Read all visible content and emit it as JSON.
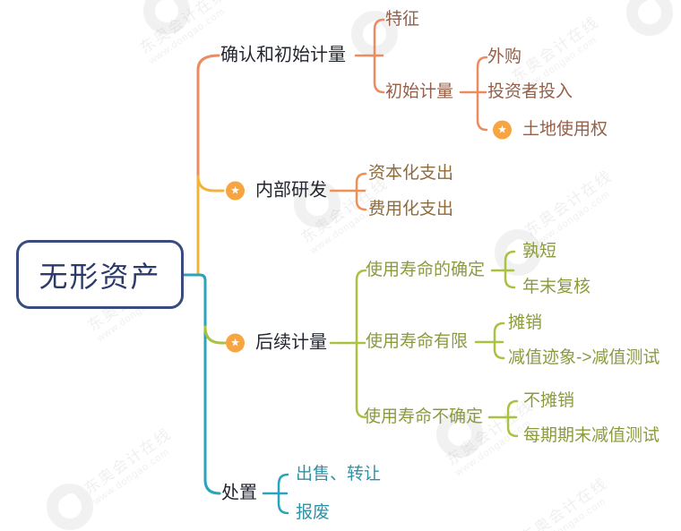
{
  "root": {
    "label": "无形资产"
  },
  "branches": [
    {
      "label": "确认和初始计量",
      "starred": false,
      "color": "#ED8A5F",
      "children": [
        {
          "label": "特征"
        },
        {
          "label": "初始计量",
          "children": [
            {
              "label": "外购"
            },
            {
              "label": "投资者投入"
            },
            {
              "label": "土地使用权",
              "starred": true
            }
          ]
        }
      ]
    },
    {
      "label": "内部研发",
      "starred": true,
      "color": "#F2B33D",
      "children": [
        {
          "label": "资本化支出"
        },
        {
          "label": "费用化支出"
        }
      ]
    },
    {
      "label": "后续计量",
      "starred": true,
      "color": "#A9C240",
      "children": [
        {
          "label": "使用寿命的确定",
          "children": [
            {
              "label": "孰短"
            },
            {
              "label": "年末复核"
            }
          ]
        },
        {
          "label": "使用寿命有限",
          "children": [
            {
              "label": "摊销"
            },
            {
              "label": "减值迹象->减值测试"
            }
          ]
        },
        {
          "label": "使用寿命不确定",
          "children": [
            {
              "label": "不摊销"
            },
            {
              "label": "每期期末减值测试"
            }
          ]
        }
      ]
    },
    {
      "label": "处置",
      "starred": false,
      "color": "#29A4BA",
      "children": [
        {
          "label": "出售、转让"
        },
        {
          "label": "报废"
        }
      ]
    }
  ],
  "icons": {
    "star": "★"
  },
  "colors": {
    "branch1_line": "#ED8A5F",
    "branch2_line": "#F2B33D",
    "branch3_line": "#A9C240",
    "branch4_line": "#29A4BA",
    "branch1_text": "#94604A",
    "branch2_text": "#8F6B3A",
    "branch3_text": "#8C9A3E",
    "branch4_text": "#2E93A7",
    "topic_text": "#23262F",
    "root_border": "#3A4C7E",
    "root_text": "#2C3A6A",
    "star_badge": "#F7A542"
  },
  "watermark": {
    "line1": "东奥会计在线",
    "line2": "www.dongao.com"
  }
}
